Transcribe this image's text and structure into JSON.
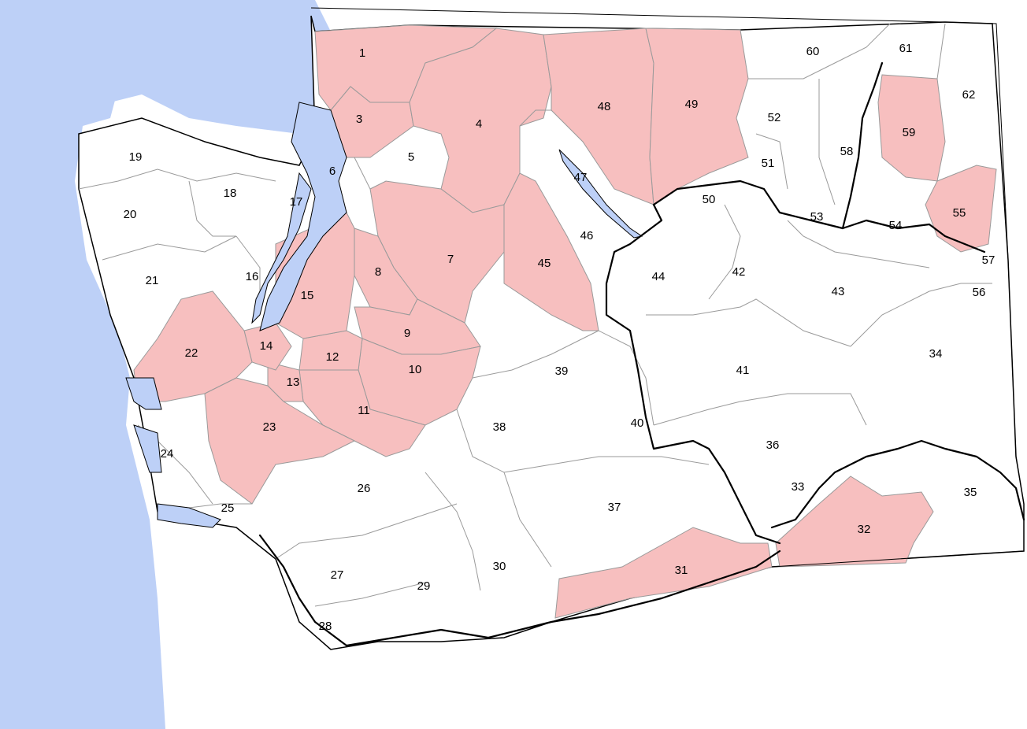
{
  "colors": {
    "water": "#bdd0f7",
    "highlight": "#f7bfbf",
    "base": "#ffffff",
    "boundary": "#9a9a9a",
    "outline": "#000000"
  },
  "highlighted_areas": [
    "1",
    "3",
    "4",
    "7",
    "8",
    "9",
    "10",
    "11",
    "12",
    "13",
    "14",
    "15",
    "22",
    "23",
    "31",
    "32",
    "45",
    "48",
    "49",
    "55",
    "59"
  ],
  "labels": [
    {
      "id": "1",
      "text": "1"
    },
    {
      "id": "3",
      "text": "3"
    },
    {
      "id": "4",
      "text": "4"
    },
    {
      "id": "5",
      "text": "5"
    },
    {
      "id": "6",
      "text": "6"
    },
    {
      "id": "7",
      "text": "7"
    },
    {
      "id": "8",
      "text": "8"
    },
    {
      "id": "9",
      "text": "9"
    },
    {
      "id": "10",
      "text": "10"
    },
    {
      "id": "11",
      "text": "11"
    },
    {
      "id": "12",
      "text": "12"
    },
    {
      "id": "13",
      "text": "13"
    },
    {
      "id": "14",
      "text": "14"
    },
    {
      "id": "15",
      "text": "15"
    },
    {
      "id": "16",
      "text": "16"
    },
    {
      "id": "17",
      "text": "17"
    },
    {
      "id": "18",
      "text": "18"
    },
    {
      "id": "19",
      "text": "19"
    },
    {
      "id": "20",
      "text": "20"
    },
    {
      "id": "21",
      "text": "21"
    },
    {
      "id": "22",
      "text": "22"
    },
    {
      "id": "23",
      "text": "23"
    },
    {
      "id": "24",
      "text": "24"
    },
    {
      "id": "25",
      "text": "25"
    },
    {
      "id": "26",
      "text": "26"
    },
    {
      "id": "27",
      "text": "27"
    },
    {
      "id": "28",
      "text": "28"
    },
    {
      "id": "29",
      "text": "29"
    },
    {
      "id": "30",
      "text": "30"
    },
    {
      "id": "31",
      "text": "31"
    },
    {
      "id": "32",
      "text": "32"
    },
    {
      "id": "33",
      "text": "33"
    },
    {
      "id": "34",
      "text": "34"
    },
    {
      "id": "35",
      "text": "35"
    },
    {
      "id": "36",
      "text": "36"
    },
    {
      "id": "37",
      "text": "37"
    },
    {
      "id": "38",
      "text": "38"
    },
    {
      "id": "39",
      "text": "39"
    },
    {
      "id": "40",
      "text": "40"
    },
    {
      "id": "41",
      "text": "41"
    },
    {
      "id": "42",
      "text": "42"
    },
    {
      "id": "43",
      "text": "43"
    },
    {
      "id": "44",
      "text": "44"
    },
    {
      "id": "45",
      "text": "45"
    },
    {
      "id": "46",
      "text": "46"
    },
    {
      "id": "47",
      "text": "47"
    },
    {
      "id": "48",
      "text": "48"
    },
    {
      "id": "49",
      "text": "49"
    },
    {
      "id": "50",
      "text": "50"
    },
    {
      "id": "51",
      "text": "51"
    },
    {
      "id": "52",
      "text": "52"
    },
    {
      "id": "53",
      "text": "53"
    },
    {
      "id": "54",
      "text": "54"
    },
    {
      "id": "55",
      "text": "55"
    },
    {
      "id": "56",
      "text": "56"
    },
    {
      "id": "57",
      "text": "57"
    },
    {
      "id": "58",
      "text": "58"
    },
    {
      "id": "59",
      "text": "59"
    },
    {
      "id": "60",
      "text": "60"
    },
    {
      "id": "61",
      "text": "61"
    },
    {
      "id": "62",
      "text": "62"
    }
  ]
}
